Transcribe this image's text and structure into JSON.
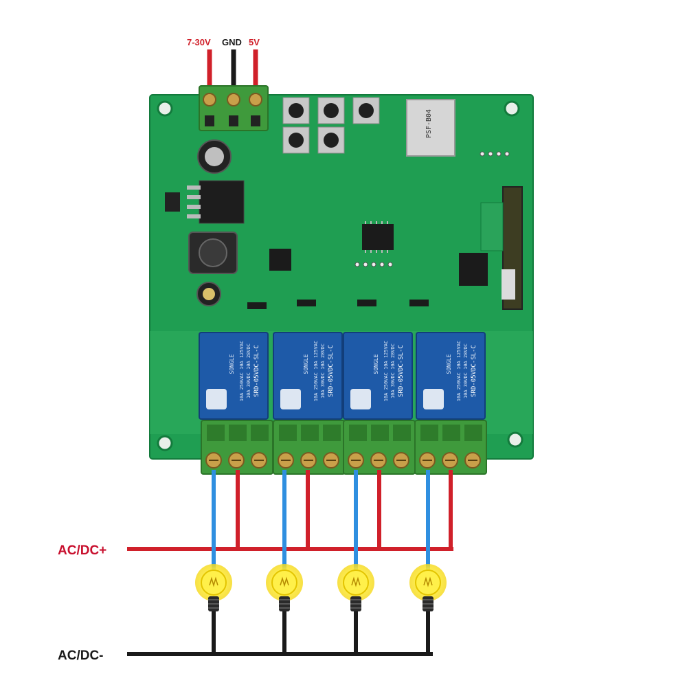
{
  "power_labels": {
    "v_in": "7-30V",
    "gnd": "GND",
    "v5": "5V"
  },
  "bus_labels": {
    "positive": "AC/DC+",
    "negative": "AC/DC-"
  },
  "relay": {
    "brand": "SONGLE",
    "model": "SRD-05VDC-SL-C",
    "rating_1": "10A 250VAC 10A 125VAC",
    "rating_2": "10A 30VDC 10A 28VDC"
  },
  "module_label": "PSF-B04",
  "colors": {
    "pcb": "#1f9e52",
    "relay": "#1e5aa8",
    "terminal": "#3f9a3c",
    "wire_red": "#d0202a",
    "wire_blue": "#2f8fe0",
    "wire_black": "#1a1a1a",
    "bulb": "#fff04a"
  }
}
